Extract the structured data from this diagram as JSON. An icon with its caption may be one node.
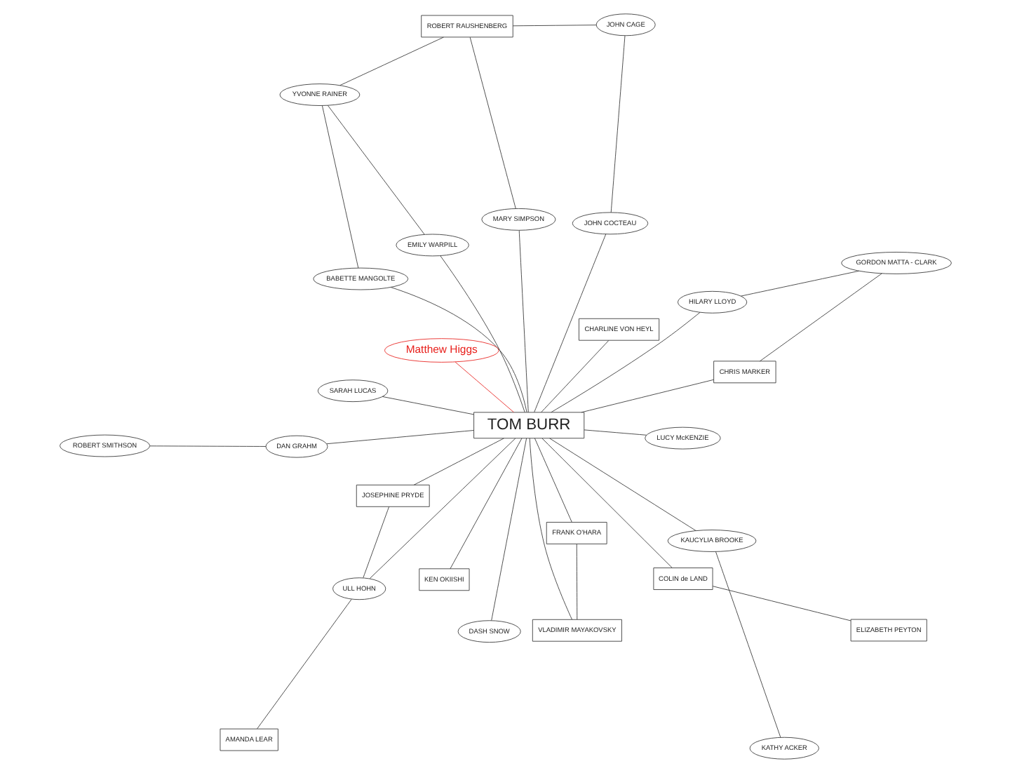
{
  "diagram": {
    "nodes": [
      {
        "text": [
          "TOM BURR"
        ]
      },
      {
        "text": [
          "FRANK O'HARA"
        ]
      },
      {
        "text": [
          "VLADIMIR MAYAKOVSKY"
        ]
      },
      {
        "text": [
          "Matthew Higgs"
        ]
      },
      {
        "text": [
          "CHARLINE VON HEYL"
        ]
      },
      {
        "text": [
          "SARAH LUCAS"
        ]
      },
      {
        "text": [
          "KEN OKIISHI"
        ]
      },
      {
        "text": [
          "LUCY McKENZIE"
        ]
      },
      {
        "text": [
          "DASH SNOW"
        ]
      },
      {
        "text": [
          "COLIN de LAND"
        ]
      },
      {
        "text": [
          "DAN GRAHM"
        ]
      },
      {
        "text": [
          "ROBERT SMITHSON"
        ]
      },
      {
        "text": [
          "ELIZABETH PEYTON"
        ]
      },
      {
        "text": [
          "EMILY WARPILL"
        ]
      },
      {
        "text": [
          "KAUCYLIA BROOKE"
        ]
      },
      {
        "text": [
          "JOSEPHINE PRYDE"
        ]
      },
      {
        "text": [
          "KATHY ACKER"
        ]
      },
      {
        "text": [
          "YVONNE RAINER"
        ]
      },
      {
        "text": [
          "BABETTE MANGOLTE"
        ]
      },
      {
        "text": [
          "ULL HOHN"
        ]
      },
      {
        "text": [
          "CHRIS MARKER"
        ]
      },
      {
        "text": [
          "AMANDA LEAR"
        ]
      },
      {
        "text": [
          "MARY SIMPSON"
        ]
      },
      {
        "text": [
          "HILARY LLOYD"
        ]
      },
      {
        "text": [
          "ROBERT RAUSHENBERG"
        ]
      },
      {
        "text": [
          "JOHN CAGE"
        ]
      },
      {
        "text": [
          "GORDON MATTA - CLARK"
        ]
      },
      {
        "text": [
          "JOHN COCTEAU"
        ]
      }
    ],
    "edges": [
      {
        "from": 2,
        "to": 1,
        "arrow": "none"
      },
      {
        "from": 2,
        "to": 0,
        "arrow": "none"
      },
      {
        "from": 1,
        "to": 0,
        "arrow": "none"
      },
      {
        "from": 3,
        "to": 0,
        "arrow": "none",
        "color": "#e8201c"
      },
      {
        "from": 7,
        "to": 0,
        "arrow": "none"
      },
      {
        "from": 8,
        "to": 0,
        "arrow": "none"
      },
      {
        "from": 5,
        "to": 0,
        "arrow": "none"
      },
      {
        "from": 4,
        "to": 0,
        "arrow": "none"
      },
      {
        "from": 6,
        "to": 0,
        "arrow": "none"
      },
      {
        "from": 10,
        "to": 0,
        "arrow": "none"
      },
      {
        "from": 10,
        "to": 11,
        "arrow": "none"
      },
      {
        "from": 9,
        "to": 0,
        "arrow": "none"
      },
      {
        "from": 9,
        "to": 12,
        "arrow": "none"
      },
      {
        "from": 0,
        "to": 13,
        "arrow": "none"
      },
      {
        "from": 13,
        "to": 17,
        "arrow": "none"
      },
      {
        "from": 17,
        "to": 18,
        "arrow": "none"
      },
      {
        "from": 0,
        "to": 18,
        "arrow": "none"
      },
      {
        "from": 14,
        "to": 0,
        "arrow": "none"
      },
      {
        "from": 14,
        "to": 16,
        "arrow": "none"
      },
      {
        "from": 0,
        "to": 15,
        "arrow": "none"
      },
      {
        "from": 15,
        "to": 19,
        "arrow": "none"
      },
      {
        "from": 0,
        "to": 19,
        "arrow": "none"
      },
      {
        "from": 19,
        "to": 21,
        "arrow": "none"
      },
      {
        "from": 0,
        "to": 20,
        "arrow": "none"
      },
      {
        "from": 0,
        "to": 23,
        "arrow": "none"
      },
      {
        "from": 23,
        "to": 26,
        "arrow": "none"
      },
      {
        "from": 20,
        "to": 26,
        "arrow": "none"
      },
      {
        "from": 0,
        "to": 22,
        "arrow": "none"
      },
      {
        "from": 22,
        "to": 24,
        "arrow": "none"
      },
      {
        "from": 17,
        "to": 24,
        "arrow": "none"
      },
      {
        "from": 24,
        "to": 25,
        "arrow": "none"
      },
      {
        "from": 0,
        "to": 27,
        "arrow": "none"
      },
      {
        "from": 25,
        "to": 27,
        "arrow": "none"
      }
    ]
  }
}
